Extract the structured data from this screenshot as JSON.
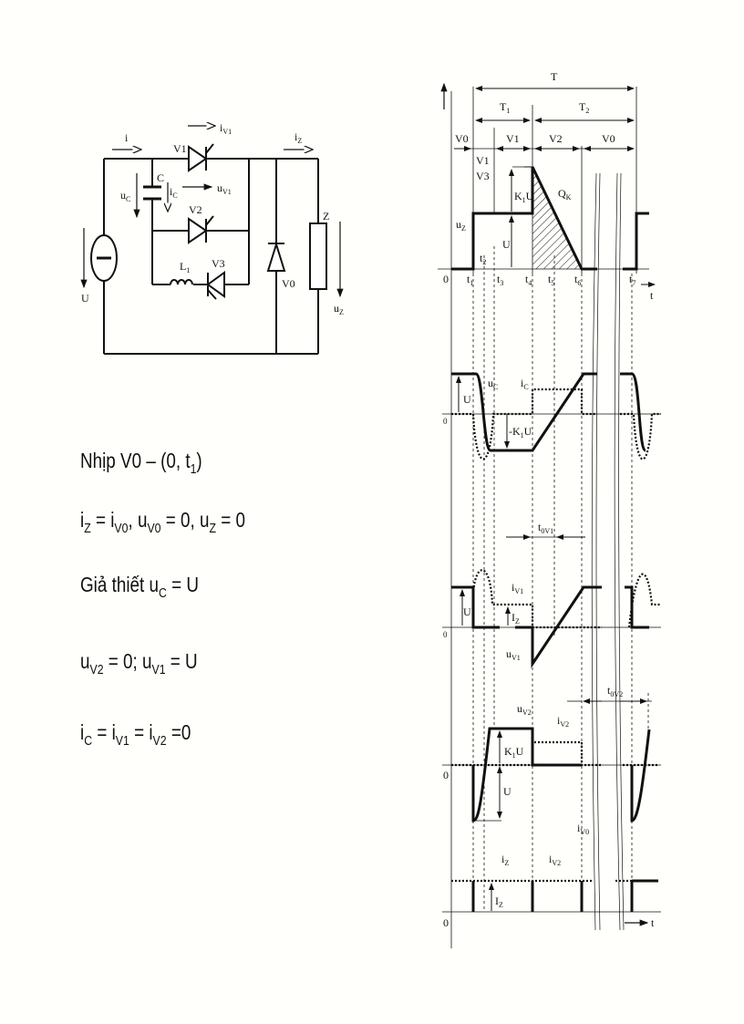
{
  "circuit": {
    "i": "i",
    "iV1": {
      "m": "i",
      "s": "V1"
    },
    "V1": "V1",
    "C": "C",
    "iC": {
      "m": "i",
      "s": "C"
    },
    "uV1": {
      "m": "u",
      "s": "V1"
    },
    "uC": {
      "m": "u",
      "s": "C"
    },
    "V2": "V2",
    "L1": {
      "m": "L",
      "s": "1"
    },
    "V3": "V3",
    "V0": "V0",
    "Z": "Z",
    "uZ": {
      "m": "u",
      "s": "Z"
    },
    "U": "U",
    "iZ": {
      "m": "i",
      "s": "Z"
    }
  },
  "formulas": [
    [
      {
        "t": "Nhịp V0 – (0, t"
      },
      {
        "s": "1"
      },
      {
        "t": ")"
      }
    ],
    [
      {
        "t": "i"
      },
      {
        "s": "Z"
      },
      {
        "t": " = i"
      },
      {
        "s": "V0"
      },
      {
        "t": ", u"
      },
      {
        "s": "V0"
      },
      {
        "t": " = 0, u"
      },
      {
        "s": "Z"
      },
      {
        "t": " = 0"
      }
    ],
    [
      {
        "t": "Giả thiết u"
      },
      {
        "s": "C"
      },
      {
        "t": " = U"
      }
    ],
    [
      {
        "t": "u"
      },
      {
        "s": "V2"
      },
      {
        "t": " = 0; u"
      },
      {
        "s": "V1"
      },
      {
        "t": " = U"
      }
    ],
    [
      {
        "t": "i"
      },
      {
        "s": "C"
      },
      {
        "t": " = i"
      },
      {
        "s": "V1"
      },
      {
        "t": " = i"
      },
      {
        "s": "V2"
      },
      {
        "t": " =0"
      }
    ]
  ],
  "waveforms": {
    "T": "T",
    "T1": {
      "m": "T",
      "s": "1"
    },
    "T2": {
      "m": "T",
      "s": "2"
    },
    "intervals": [
      "V0",
      "V1",
      "V2",
      "V0"
    ],
    "V1V3": [
      "V1",
      "V3"
    ],
    "K1U": {
      "m": "K",
      "s": "1",
      "e": "U"
    },
    "negK1U": {
      "m": "-K",
      "s": "1",
      "e": "U"
    },
    "U": "U",
    "QK": {
      "m": "Q",
      "s": "K"
    },
    "uZ": {
      "m": "u",
      "s": "Z"
    },
    "zero": "0",
    "t": "t",
    "ticks": [
      {
        "m": "t",
        "s": "1"
      },
      {
        "m": "t",
        "s": "2"
      },
      {
        "m": "t",
        "s": "3"
      },
      {
        "m": "t",
        "s": "4"
      },
      {
        "m": "t",
        "s": "5"
      },
      {
        "m": "t",
        "s": "6"
      },
      {
        "m": "t",
        "s": "7"
      }
    ],
    "uC": {
      "m": "u",
      "s": "C"
    },
    "iC": {
      "m": "i",
      "s": "C"
    },
    "t0V1": {
      "m": "t",
      "s": "0V1"
    },
    "iV1": {
      "m": "i",
      "s": "V1"
    },
    "IZ": {
      "m": "I",
      "s": "Z"
    },
    "uV1": {
      "m": "u",
      "s": "V1"
    },
    "t0V2": {
      "m": "t",
      "s": "0V2"
    },
    "uV2": {
      "m": "u",
      "s": "V2"
    },
    "iV2": {
      "m": "i",
      "s": "V2"
    },
    "iV0": {
      "m": "i",
      "s": "V0"
    },
    "iZ": {
      "m": "i",
      "s": "Z"
    }
  }
}
